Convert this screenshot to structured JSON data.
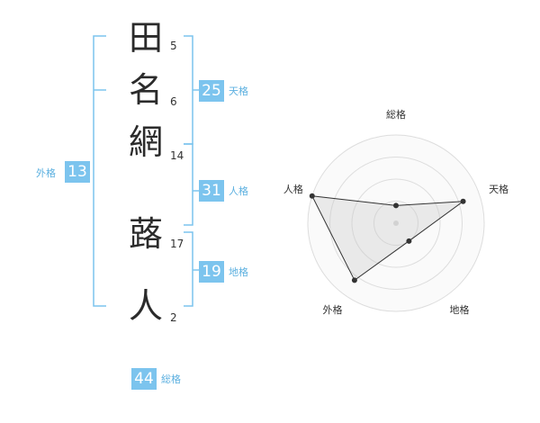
{
  "name_chars": [
    {
      "char": "田",
      "strokes": "5"
    },
    {
      "char": "名",
      "strokes": "6"
    },
    {
      "char": "網",
      "strokes": "14"
    },
    {
      "char": "蕗",
      "strokes": "17"
    },
    {
      "char": "人",
      "strokes": "2"
    }
  ],
  "kakusu": {
    "tenkaku": {
      "value": "25",
      "label": "天格"
    },
    "jinkaku": {
      "value": "31",
      "label": "人格"
    },
    "chikaku": {
      "value": "19",
      "label": "地格"
    },
    "gaikaku": {
      "value": "13",
      "label": "外格"
    },
    "soukaku": {
      "value": "44",
      "label": "総格"
    }
  },
  "colors": {
    "accent": "#7cc4ee",
    "bracket": "#7cc4ee",
    "text": "#2b2b2b"
  },
  "chart_data": {
    "type": "radar",
    "axes": [
      "総格",
      "天格",
      "地格",
      "外格",
      "人格"
    ],
    "values": [
      0.2,
      0.8,
      0.25,
      0.8,
      1.0
    ],
    "range": [
      0,
      1
    ],
    "rings": 4,
    "grid": true
  }
}
